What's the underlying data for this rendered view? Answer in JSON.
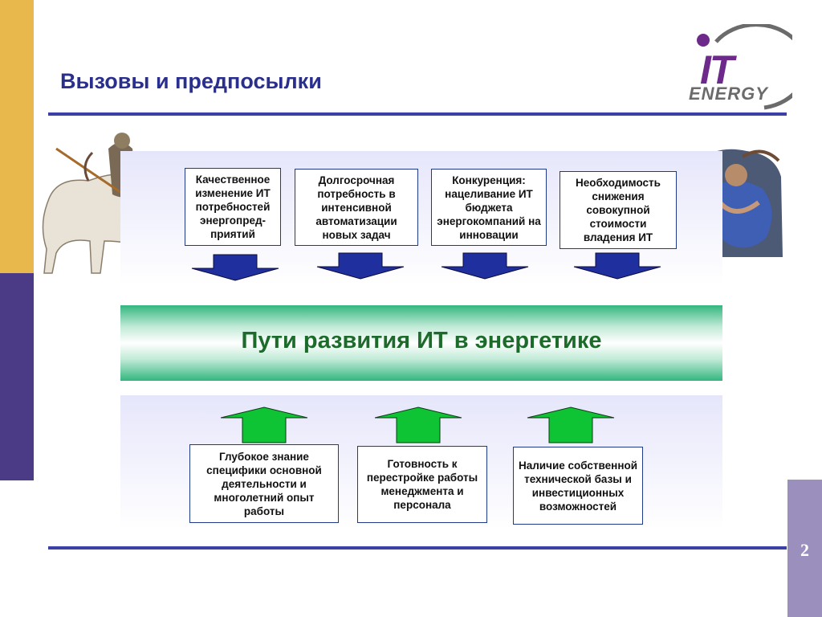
{
  "title": "Вызовы и предпосылки",
  "page_number": "2",
  "logo": {
    "line1": "IT",
    "line2": "ENERGY"
  },
  "center_title": "Пути развития ИТ в энергетике",
  "challenges": [
    "Качественное изменение ИТ потребностей энергопред-приятий",
    "Долгосрочная потребность в интенсивной автоматизации новых задач",
    "Конкуренция: нацеливание ИТ бюджета энергокомпаний на инновации",
    "Необходимость снижения совокупной стоимости владения ИТ"
  ],
  "prerequisites": [
    "Глубокое знание специфики основной деятельности и многолетний опыт работы",
    "Готовность к перестройке работы менеджмента и персонала",
    "Наличие собственной технической базы и инвестиционных возможностей"
  ],
  "colors": {
    "title": "#2a2f8e",
    "rule": "#3b3fa8",
    "down_arrow": "#1f2f9e",
    "up_arrow": "#0fc434",
    "center_title": "#1d6b2b"
  }
}
